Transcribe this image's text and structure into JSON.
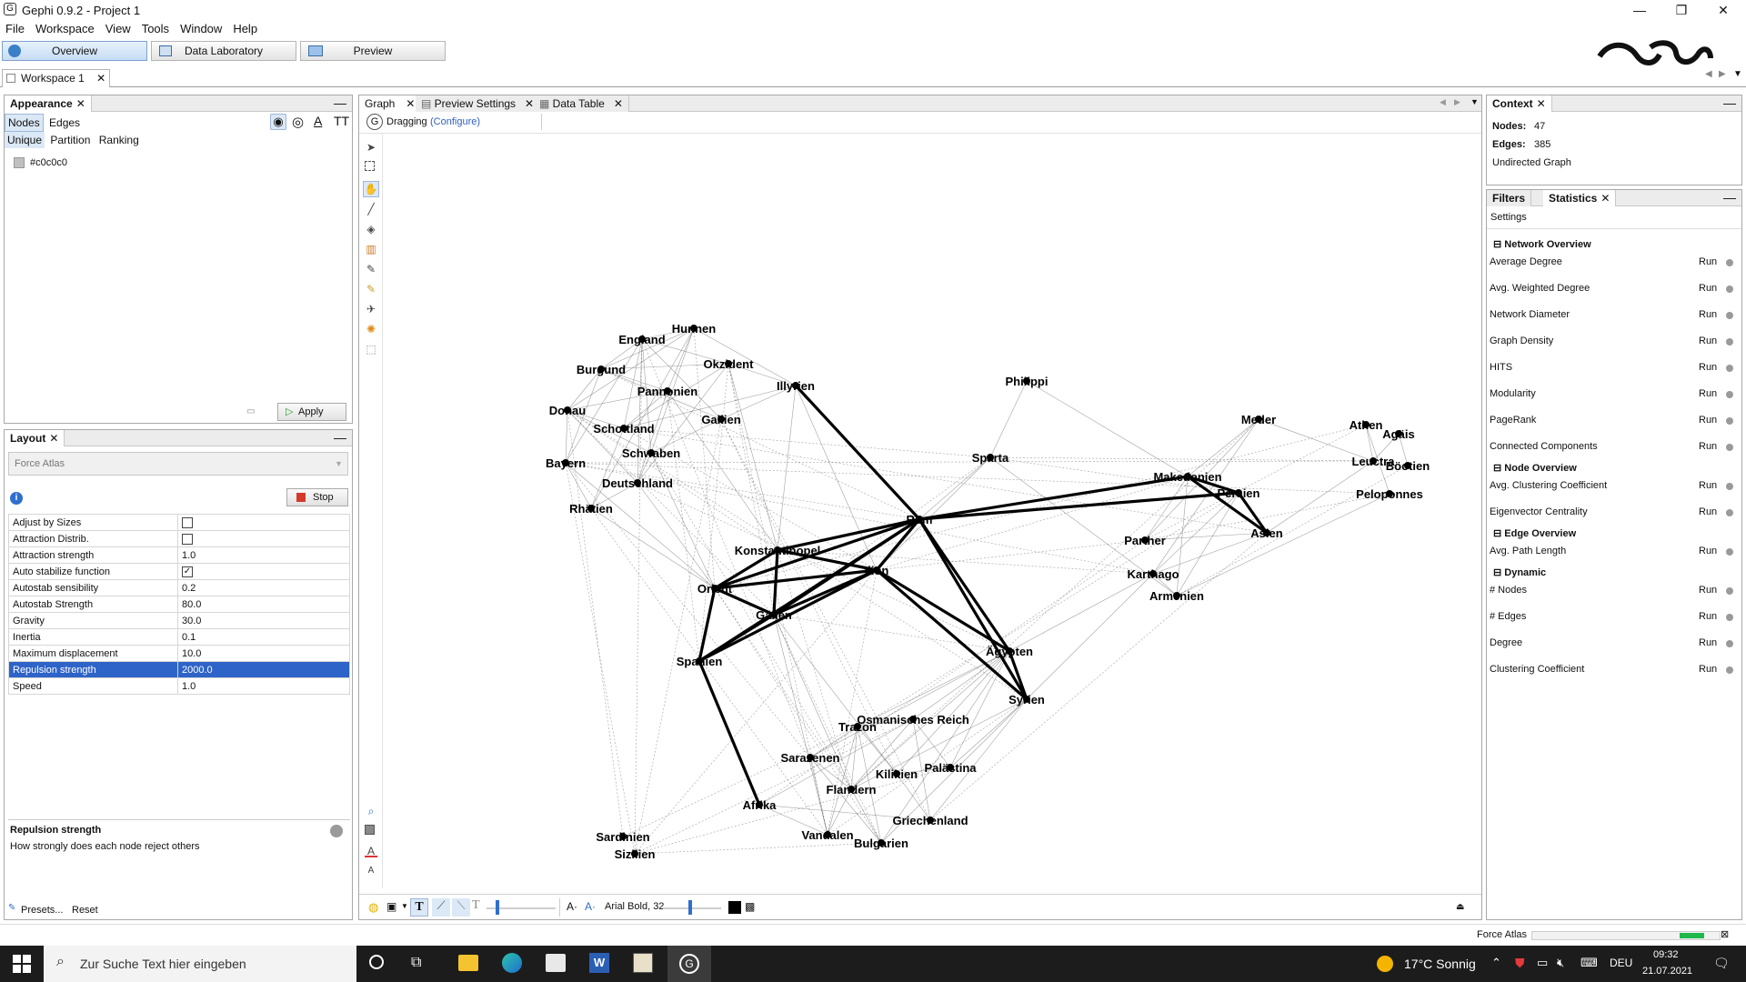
{
  "window": {
    "title": "Gephi 0.9.2 - Project 1"
  },
  "menu": [
    "File",
    "Workspace",
    "View",
    "Tools",
    "Window",
    "Help"
  ],
  "modes": {
    "overview": "Overview",
    "data_lab": "Data Laboratory",
    "preview": "Preview"
  },
  "workspace_tab": "Workspace 1",
  "appearance": {
    "title": "Appearance",
    "tabs": [
      "Nodes",
      "Edges"
    ],
    "subtabs": [
      "Unique",
      "Partition",
      "Ranking"
    ],
    "color_value": "#c0c0c0",
    "apply_label": "Apply"
  },
  "layout": {
    "title": "Layout",
    "algorithm": "Force Atlas",
    "stop_label": "Stop",
    "props": [
      {
        "name": "Adjust by Sizes",
        "value": "",
        "checkbox": true,
        "checked": false
      },
      {
        "name": "Attraction Distrib.",
        "value": "",
        "checkbox": true,
        "checked": false
      },
      {
        "name": "Attraction strength",
        "value": "1.0"
      },
      {
        "name": "Auto stabilize function",
        "value": "",
        "checkbox": true,
        "checked": true
      },
      {
        "name": "Autostab sensibility",
        "value": "0.2"
      },
      {
        "name": "Autostab Strength",
        "value": "80.0"
      },
      {
        "name": "Gravity",
        "value": "30.0"
      },
      {
        "name": "Inertia",
        "value": "0.1"
      },
      {
        "name": "Maximum displacement",
        "value": "10.0"
      },
      {
        "name": "Repulsion strength",
        "value": "2000.0",
        "selected": true
      },
      {
        "name": "Speed",
        "value": "1.0"
      }
    ],
    "desc_title": "Repulsion strength",
    "desc_text": "How strongly does each node reject others",
    "presets_label": "Presets...",
    "reset_label": "Reset"
  },
  "graph_tabs": [
    "Graph",
    "Preview Settings",
    "Data Table"
  ],
  "graph_toolbar": {
    "mode": "Dragging",
    "configure": "(Configure)"
  },
  "bottom_toolbar": {
    "font": "Arial Bold, 32"
  },
  "context": {
    "title": "Context",
    "nodes_label": "Nodes:",
    "nodes_value": "47",
    "edges_label": "Edges:",
    "edges_value": "385",
    "graph_type": "Undirected Graph"
  },
  "stats": {
    "tabs": [
      "Filters",
      "Statistics"
    ],
    "settings_label": "Settings",
    "run_label": "Run",
    "sections": [
      {
        "title": "Network Overview",
        "items": [
          "Average Degree",
          "Avg. Weighted Degree",
          "Network Diameter",
          "Graph Density",
          "HITS",
          "Modularity",
          "PageRank",
          "Connected Components"
        ]
      },
      {
        "title": "Node Overview",
        "items": [
          "Avg. Clustering Coefficient",
          "Eigenvector Centrality"
        ]
      },
      {
        "title": "Edge Overview",
        "items": [
          "Avg. Path Length"
        ]
      },
      {
        "title": "Dynamic",
        "items": [
          "# Nodes",
          "# Edges",
          "Degree",
          "Clustering Coefficient"
        ]
      }
    ]
  },
  "status": {
    "layout_name": "Force Atlas",
    "progress": 0.2
  },
  "taskbar": {
    "search_placeholder": "Zur Suche Text hier eingeben",
    "weather": "17°C  Sonnig",
    "lang": "DEU",
    "time": "09:32",
    "date": "21.07.2021"
  },
  "graph": {
    "nodes": [
      "Hunnen",
      "England",
      "Okzident",
      "Burgund",
      "Pannonien",
      "Illyrien",
      "Philippi",
      "Donau",
      "Schottland",
      "Gallien",
      "Schwaben",
      "Bayern",
      "Deutschland",
      "Sparta",
      "Rhätien",
      "Meder",
      "Athen",
      "Agäis",
      "Leuctra",
      "Böotien",
      "Makedonien",
      "Persien",
      "Peloponnes",
      "Rom",
      "Parther",
      "Asien",
      "Konstantinopel",
      "Karthago",
      "Orient",
      "Ilion",
      "Armenien",
      "Gallen",
      "Ägypten",
      "Spanien",
      "Syrien",
      "Osmanisches Reich",
      "Trazon",
      "Sarazenen",
      "Kilikien",
      "Palästina",
      "Flandern",
      "Afrika",
      "Griechenland",
      "Vandalen",
      "Sardinien",
      "Bulgarien",
      "Sizilien"
    ]
  }
}
